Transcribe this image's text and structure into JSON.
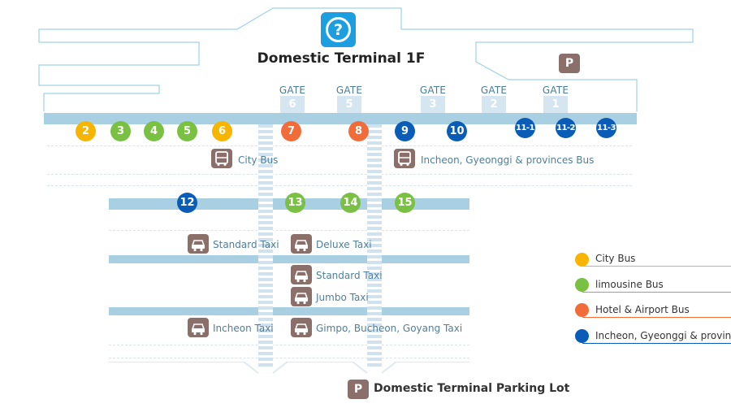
{
  "title": "Domestic Terminal 1F",
  "info_icon": "question-mark-icon",
  "parking_badge": "P",
  "gates": [
    {
      "label": "GATE",
      "number": "6"
    },
    {
      "label": "GATE",
      "number": "5"
    },
    {
      "label": "GATE",
      "number": "3"
    },
    {
      "label": "GATE",
      "number": "2"
    },
    {
      "label": "GATE",
      "number": "1"
    }
  ],
  "stops_row1": [
    {
      "num": "2",
      "type": "city"
    },
    {
      "num": "3",
      "type": "limousine"
    },
    {
      "num": "4",
      "type": "limousine"
    },
    {
      "num": "5",
      "type": "limousine"
    },
    {
      "num": "6",
      "type": "city"
    },
    {
      "num": "7",
      "type": "hotel"
    },
    {
      "num": "8",
      "type": "hotel"
    },
    {
      "num": "9",
      "type": "incheon"
    },
    {
      "num": "10",
      "type": "incheon"
    },
    {
      "num": "11-1",
      "type": "incheon"
    },
    {
      "num": "11-2",
      "type": "incheon"
    },
    {
      "num": "11-3",
      "type": "incheon"
    }
  ],
  "stops_row2": [
    {
      "num": "12",
      "type": "incheon"
    },
    {
      "num": "13",
      "type": "limousine"
    },
    {
      "num": "14",
      "type": "limousine"
    },
    {
      "num": "15",
      "type": "limousine"
    }
  ],
  "bus_labels": {
    "city_bus": "City Bus",
    "incheon_bus": "Incheon, Gyeonggi & provinces Bus"
  },
  "taxi_labels": {
    "standard_left": "Standard Taxi",
    "deluxe": "Deluxe Taxi",
    "standard_mid": "Standard Taxi",
    "jumbo": "Jumbo Taxi",
    "incheon": "Incheon Taxi",
    "gimpo": "Gimpo, Bucheon, Goyang Taxi"
  },
  "legend": [
    {
      "label": "City Bus",
      "color": "#f7b500"
    },
    {
      "label": "limousine Bus",
      "color": "#79c043"
    },
    {
      "label": "Hotel & Airport Bus",
      "color": "#f26c3a"
    },
    {
      "label": "Incheon, Gyeonggi & province",
      "color": "#0a5cb6"
    }
  ],
  "parking_lot": {
    "badge": "P",
    "label": "Domestic Terminal Parking Lot"
  },
  "colors": {
    "city": "#f7b500",
    "limousine": "#79c043",
    "hotel": "#f26c3a",
    "incheon": "#0a5cb6",
    "icon_bg": "#8b6f6b",
    "lane": "#a9cfe2"
  }
}
